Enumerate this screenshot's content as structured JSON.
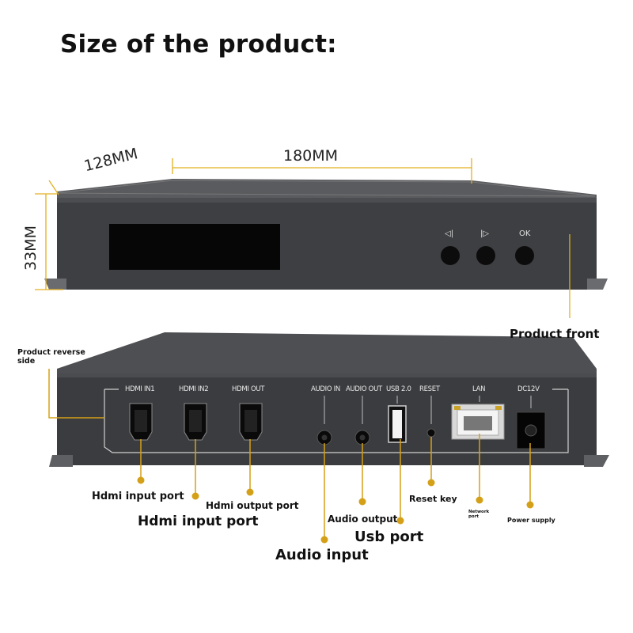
{
  "title": "Size of the product:",
  "dimensions": {
    "depth": "128MM",
    "width": "180MM",
    "height": "33MM"
  },
  "front": {
    "buttons": [
      "◁|",
      "|▷",
      "OK"
    ],
    "label": "Product front"
  },
  "rear": {
    "label": "Product reverse side",
    "port_captions": [
      "HDMI IN1",
      "HDMI IN2",
      "HDMI OUT",
      "AUDIO IN",
      "AUDIO OUT",
      "USB 2.0",
      "RESET",
      "LAN",
      "DC12V"
    ]
  },
  "callouts": {
    "hdmi_in1": "Hdmi input port",
    "hdmi_in2": "Hdmi input port",
    "hdmi_out": "Hdmi output port",
    "audio_in": "Audio input",
    "audio_out": "Audio output",
    "usb": "Usb port",
    "reset": "Reset key",
    "lan": "Network port",
    "power": "Power supply"
  },
  "colors": {
    "callout_line": "#d4a017",
    "device_body": "#3a3b3e",
    "device_top": "#55565a"
  }
}
